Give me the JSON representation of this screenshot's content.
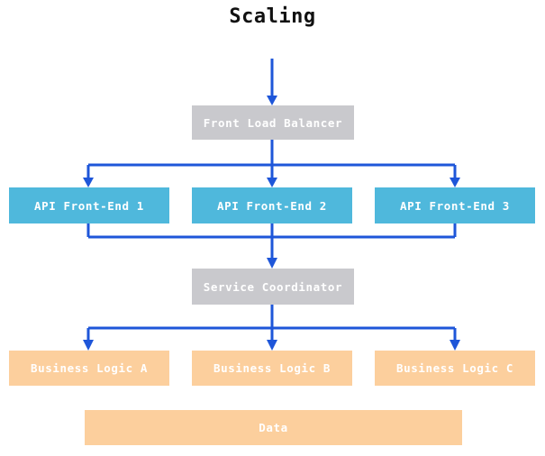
{
  "title": "Scaling",
  "colors": {
    "node_gray": "#c9c9cd",
    "node_blue": "#4fb8dc",
    "node_orange": "#fccf9d",
    "arrow_blue": "#1e56d9",
    "label_text": "#ffffff",
    "title_text": "#111111"
  },
  "nodes": {
    "front_load_balancer": {
      "label": "Front Load Balancer"
    },
    "api_front_end_1": {
      "label": "API Front-End 1"
    },
    "api_front_end_2": {
      "label": "API Front-End 2"
    },
    "api_front_end_3": {
      "label": "API Front-End 3"
    },
    "service_coordinator": {
      "label": "Service Coordinator"
    },
    "business_logic_a": {
      "label": "Business Logic A"
    },
    "business_logic_b": {
      "label": "Business Logic B"
    },
    "business_logic_c": {
      "label": "Business Logic C"
    },
    "data_store": {
      "label": "Data"
    }
  }
}
